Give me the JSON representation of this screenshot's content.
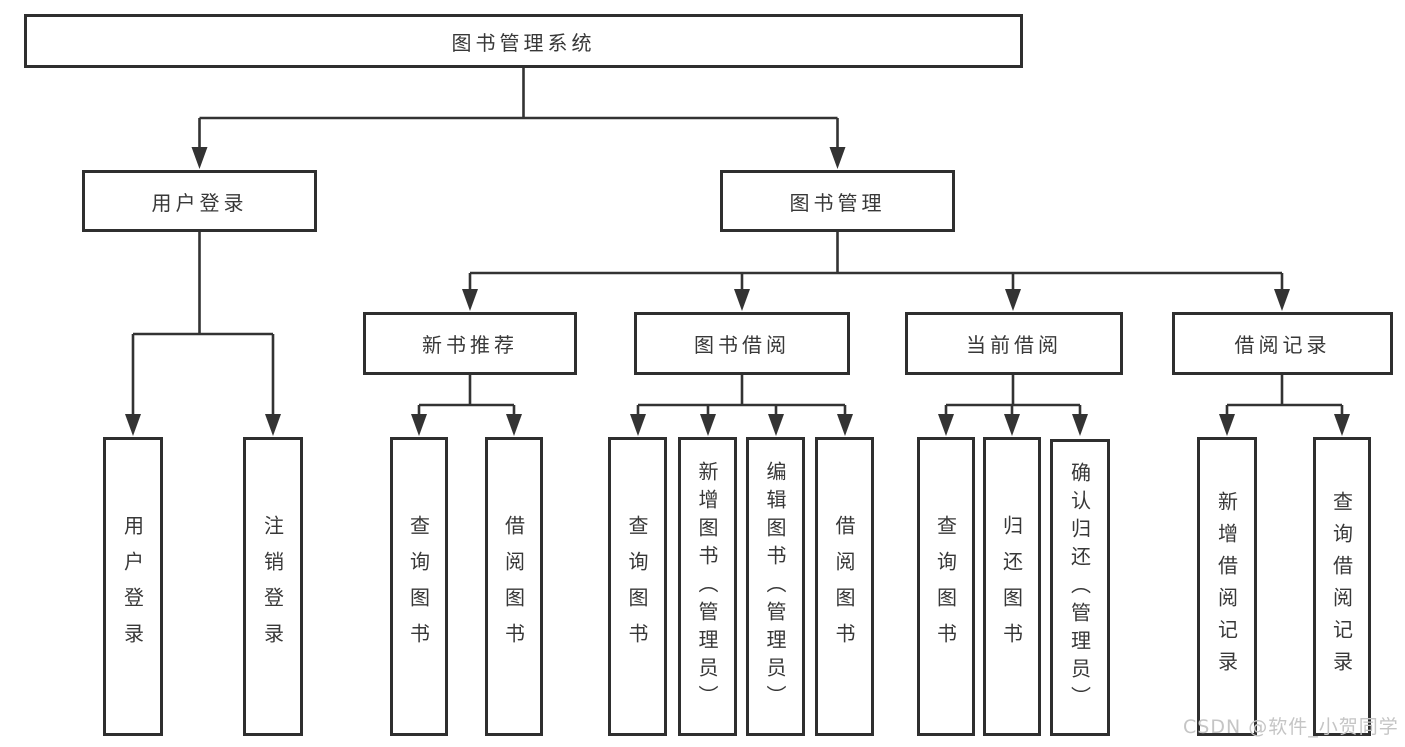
{
  "diagram": {
    "root": {
      "label": "图书管理系统"
    },
    "level2": [
      {
        "label": "用户登录"
      },
      {
        "label": "图书管理"
      }
    ],
    "level3": [
      {
        "label": "新书推荐"
      },
      {
        "label": "图书借阅"
      },
      {
        "label": "当前借阅"
      },
      {
        "label": "借阅记录"
      }
    ],
    "leaves": [
      {
        "label": "用户登录"
      },
      {
        "label": "注销登录"
      },
      {
        "label": "查询图书"
      },
      {
        "label": "借阅图书"
      },
      {
        "label": "查询图书"
      },
      {
        "label": "新增图书（管理员）"
      },
      {
        "label": "编辑图书（管理员）"
      },
      {
        "label": "借阅图书"
      },
      {
        "label": "查询图书"
      },
      {
        "label": "归还图书"
      },
      {
        "label": "确认归还（管理员）"
      },
      {
        "label": "新增借阅记录"
      },
      {
        "label": "查询借阅记录"
      }
    ]
  },
  "watermark": {
    "text": "CSDN @软件_小贺同学"
  },
  "colors": {
    "line": "#333333",
    "text": "#383838",
    "box_border": "#2f2f2f",
    "background": "#ffffff",
    "watermark": "#c5c5c5"
  }
}
